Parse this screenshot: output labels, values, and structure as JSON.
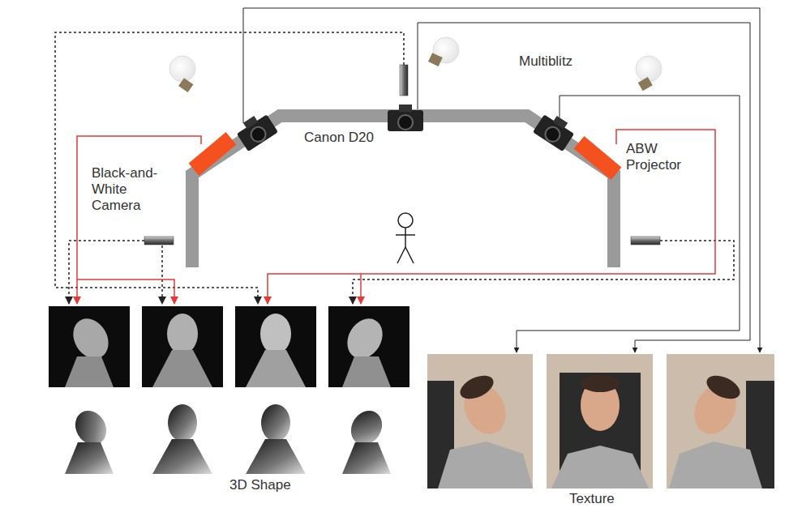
{
  "diagram": {
    "labels": [
      "Canon D20",
      "Multiblitz",
      "ABW Projector",
      "Black-and-White Camera",
      "3D Shape",
      "Texture"
    ]
  }
}
